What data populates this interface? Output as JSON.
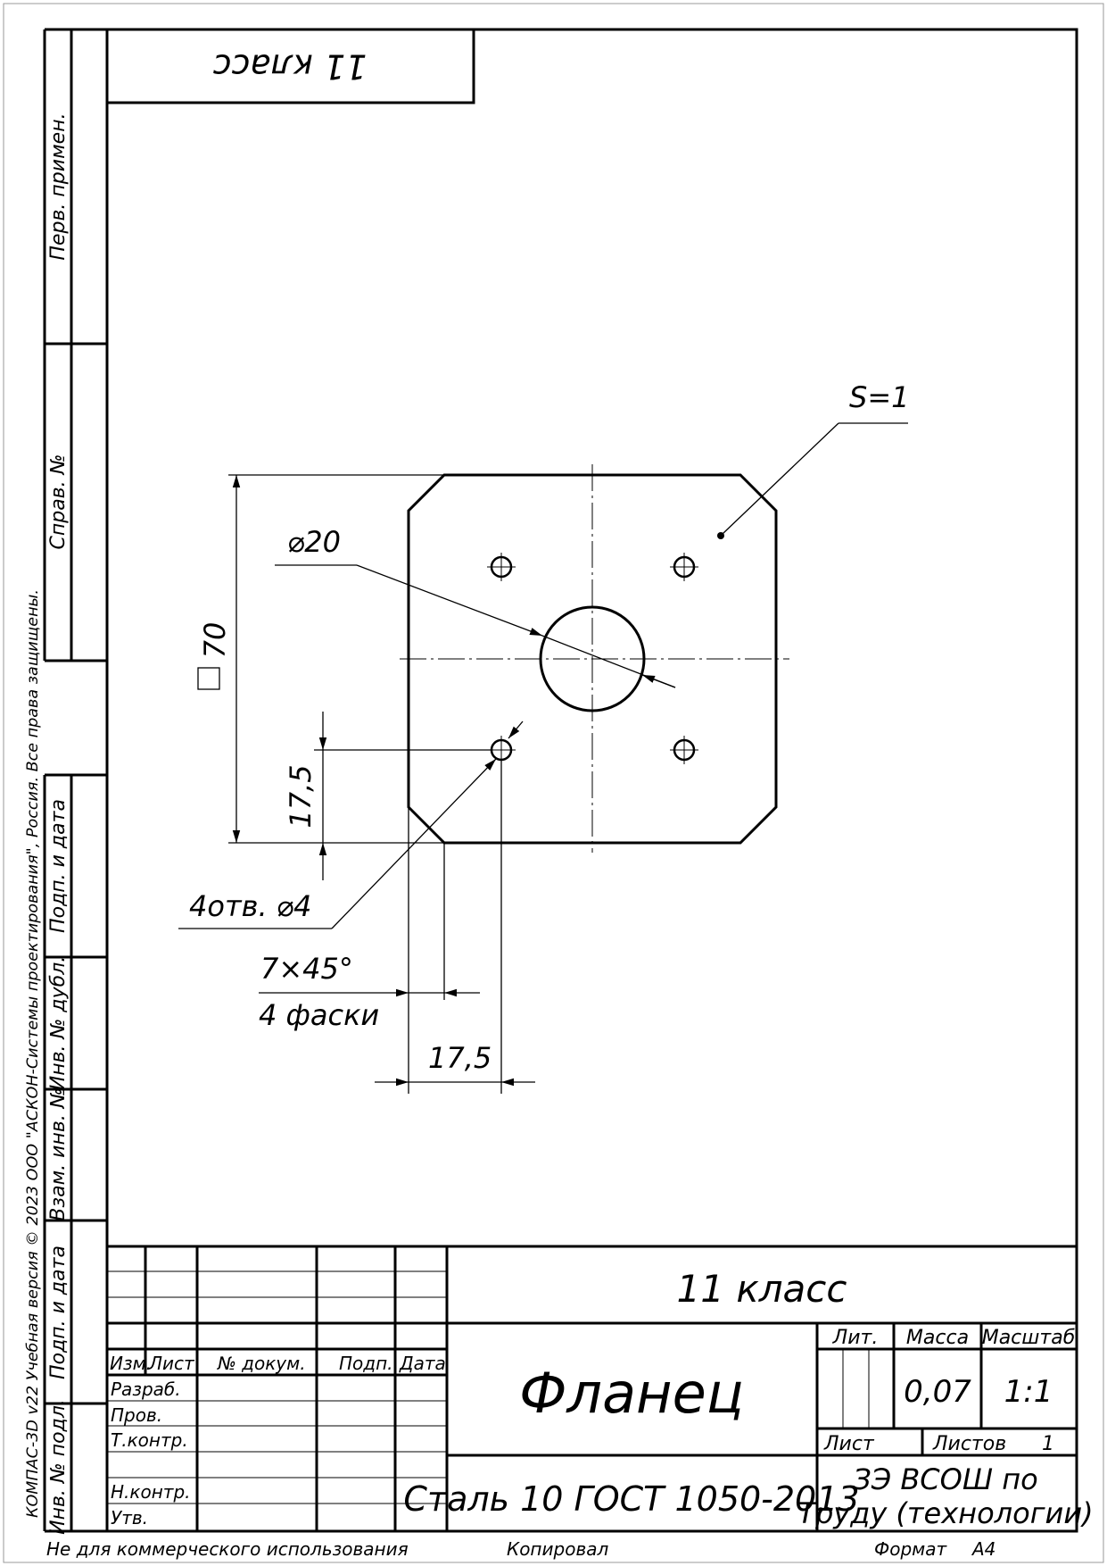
{
  "top_stamp": "11 класс",
  "side": {
    "perv_primen": "Перв. примен.",
    "sprav_no": "Справ. №",
    "podp_data_upper": "Подп. и дата",
    "inv_dubl": "Инв. № дубл.",
    "vzam_inv": "Взам. инв. №",
    "podp_data_lower": "Подп. и дата",
    "inv_podl": "Инв. № подл.",
    "copyright": "КОМПАС-3D v22 Учебная версия © 2023 ООО \"АСКОН-Системы проектирования\", Россия. Все права защищены."
  },
  "drawing": {
    "thickness": "S=1",
    "hole_center": "⌀20",
    "square_size": "70",
    "offset_vertical": "17,5",
    "holes": "4отв. ⌀4",
    "chamfer_size": "7×45°",
    "chamfer_count": "4 фаски",
    "offset_horizontal": "17,5"
  },
  "title_block": {
    "designation": "11 класс",
    "name": "Фланец",
    "material": "Сталь 10  ГОСТ 1050-2013",
    "organization_line1": "ЗЭ ВСОШ по",
    "organization_line2": "Труду (технологии)",
    "lit_label": "Лит.",
    "mass_label": "Масса",
    "scale_label": "Масштаб",
    "mass": "0,07",
    "scale": "1:1",
    "sheet_label": "Лист",
    "sheets_label": "Листов",
    "sheets": "1",
    "izm": "Изм.",
    "list": "Лист",
    "doc_no": "№ докум.",
    "podp": "Подп.",
    "data": "Дата",
    "razrab": "Разраб.",
    "prov": "Пров.",
    "tkontr": "Т.контр.",
    "nkontr": "Н.контр.",
    "utv": "Утв."
  },
  "footer": {
    "noncommercial": "Не для коммерческого использования",
    "copied": "Копировал",
    "format_label": "Формат",
    "format": "А4"
  }
}
